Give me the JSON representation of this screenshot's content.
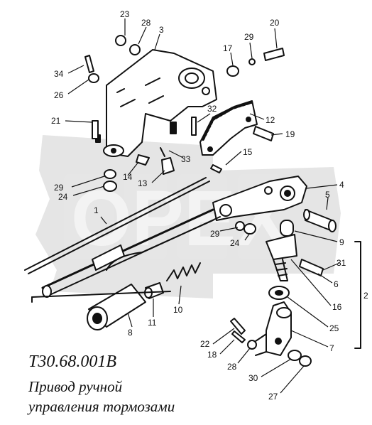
{
  "title": {
    "code": "Т30.68.001В",
    "line1": "Привод ручной",
    "line2": "управления тормозами"
  },
  "watermark": {
    "text": "OPEX",
    "color": "#d9d9d9"
  },
  "callouts": [
    "1",
    "2",
    "3",
    "4",
    "5",
    "6",
    "7",
    "8",
    "9",
    "10",
    "11",
    "12",
    "13",
    "14",
    "15",
    "16",
    "17",
    "18",
    "19",
    "20",
    "21",
    "22",
    "23",
    "24",
    "24",
    "25",
    "26",
    "27",
    "28",
    "28",
    "29",
    "29",
    "29",
    "30",
    "31",
    "32",
    "33",
    "34"
  ],
  "colors": {
    "ink": "#111111",
    "watermark": "#d9d9d9",
    "background": "#ffffff"
  }
}
